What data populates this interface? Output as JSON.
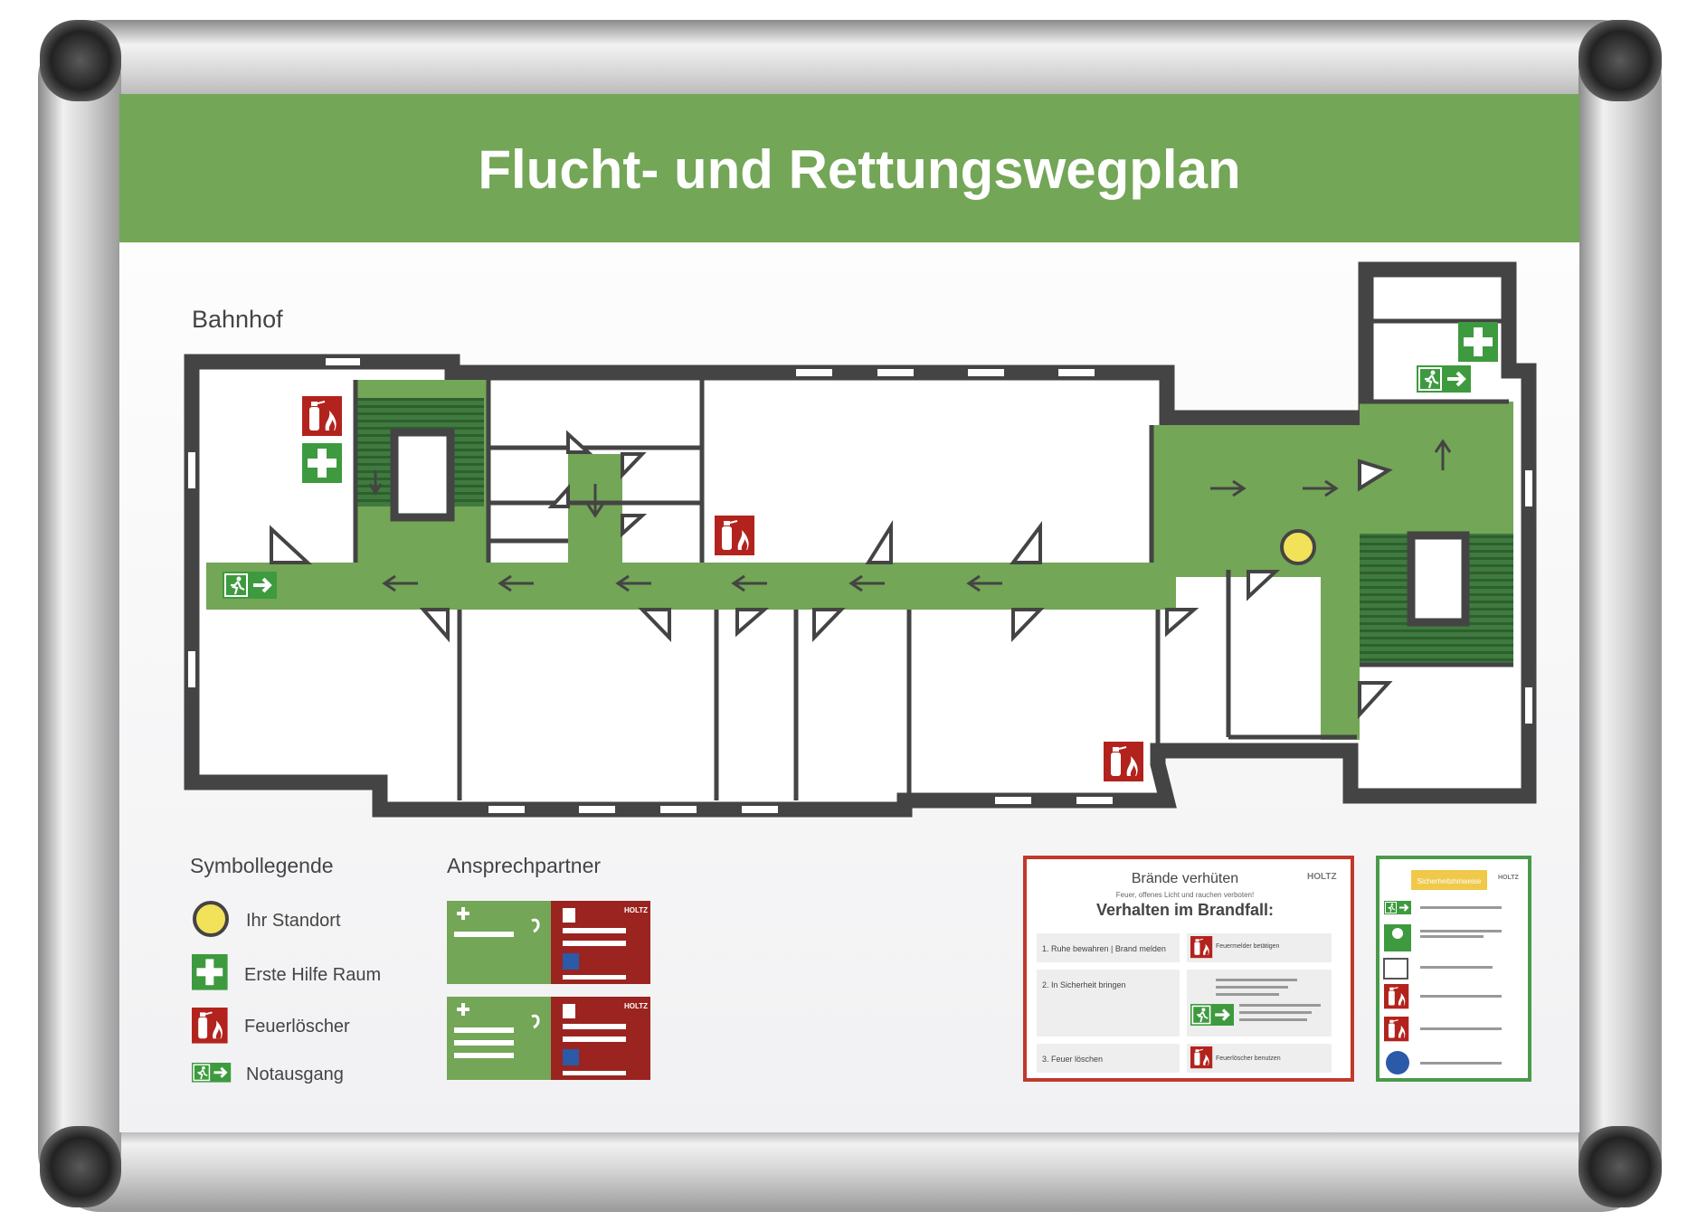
{
  "sign": {
    "title": "Flucht- und Rettungswegplan",
    "building_label": "Bahnhof"
  },
  "colors": {
    "green": "#73a656",
    "dark_green": "#3f7a3f",
    "wall": "#444444",
    "red": "#9b2420",
    "location_yellow": "#f2e25a",
    "frame_silver": "#c9c9c9"
  },
  "legend": {
    "heading": "Symbollegende",
    "items": [
      {
        "icon": "location-dot-icon",
        "label": "Ihr Standort"
      },
      {
        "icon": "first-aid-icon",
        "label": "Erste Hilfe Raum"
      },
      {
        "icon": "fire-extinguisher-icon",
        "label": "Feuerlöscher"
      },
      {
        "icon": "emergency-exit-icon",
        "label": "Notausgang"
      }
    ]
  },
  "contacts": {
    "heading": "Ansprechpartner",
    "brand": "HOLTZ"
  },
  "fire_notice": {
    "title": "Brände verhüten",
    "subtitle": "Feuer, offenes Licht und rauchen verboten!",
    "heading": "Verhalten im Brandfall:",
    "brand": "HOLTZ",
    "steps": [
      {
        "label": "1. Ruhe bewahren | Brand melden",
        "note": "Feuermelder betätigen"
      },
      {
        "label": "2. In Sicherheit bringen",
        "note": ""
      },
      {
        "label": "3. Feuer löschen",
        "note": "Feuerlöscher benutzen"
      }
    ]
  },
  "safety_notice": {
    "title": "Sicherheitshinweise",
    "brand": "HOLTZ"
  }
}
